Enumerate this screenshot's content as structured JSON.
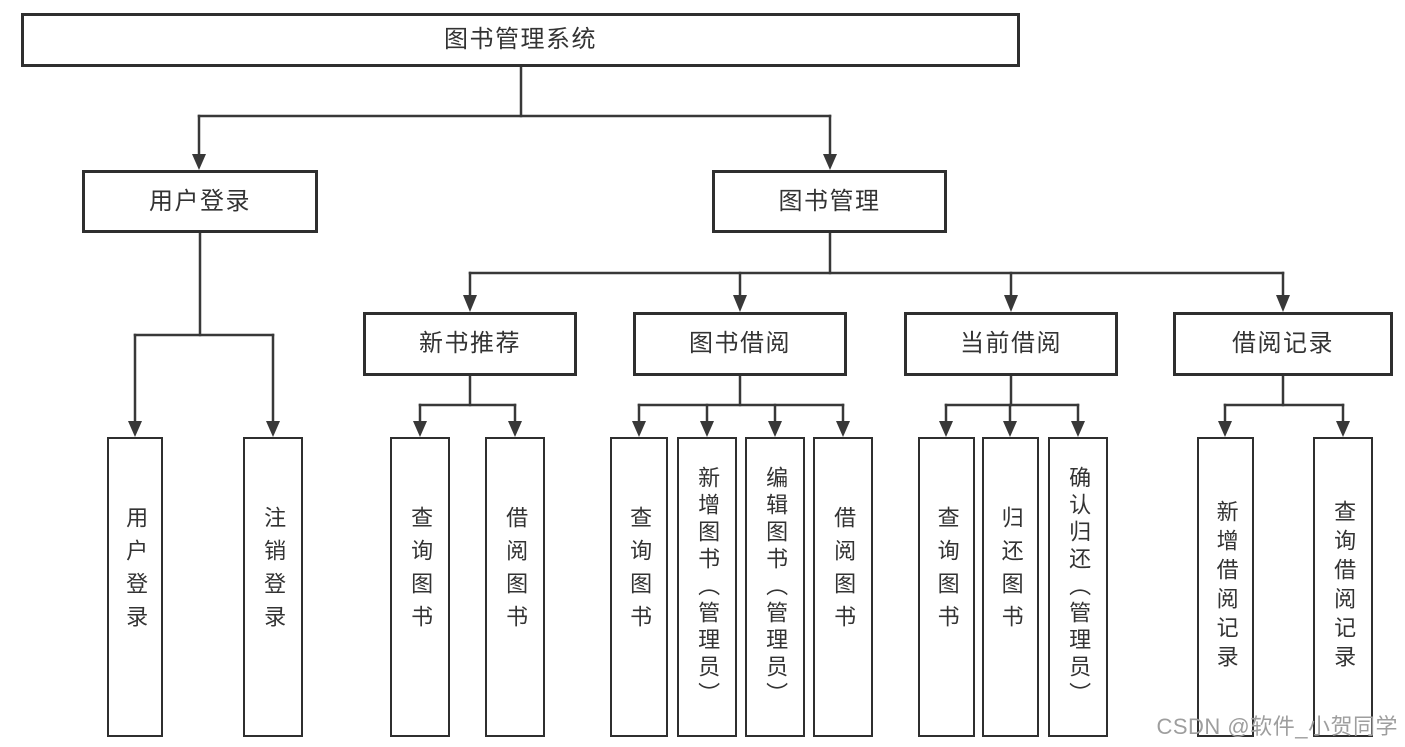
{
  "nodes": {
    "root": {
      "label": "图书管理系统"
    },
    "user_login": {
      "label": "用户登录"
    },
    "book_mgmt": {
      "label": "图书管理"
    },
    "new_book_rec": {
      "label": "新书推荐"
    },
    "book_borrow": {
      "label": "图书借阅"
    },
    "current_borrow": {
      "label": "当前借阅"
    },
    "borrow_record": {
      "label": "借阅记录"
    },
    "leaves": {
      "user_login_leaf": "用户登录",
      "logout": "注销登录",
      "rec_query": "查询图书",
      "rec_borrow": "借阅图书",
      "bb_query": "查询图书",
      "bb_add": "新增图书（管理员）",
      "bb_edit": "编辑图书（管理员）",
      "bb_borrow": "借阅图书",
      "cb_query": "查询图书",
      "cb_return": "归还图书",
      "cb_confirm": "确认归还（管理员）",
      "br_add": "新增借阅记录",
      "br_query": "查询借阅记录"
    }
  },
  "watermark": "CSDN @软件_小贺同学",
  "colors": {
    "box_border": "#2f2f2f",
    "connector": "#383838",
    "text": "#333333",
    "watermark": "#9e9e9e",
    "background": "#ffffff"
  }
}
